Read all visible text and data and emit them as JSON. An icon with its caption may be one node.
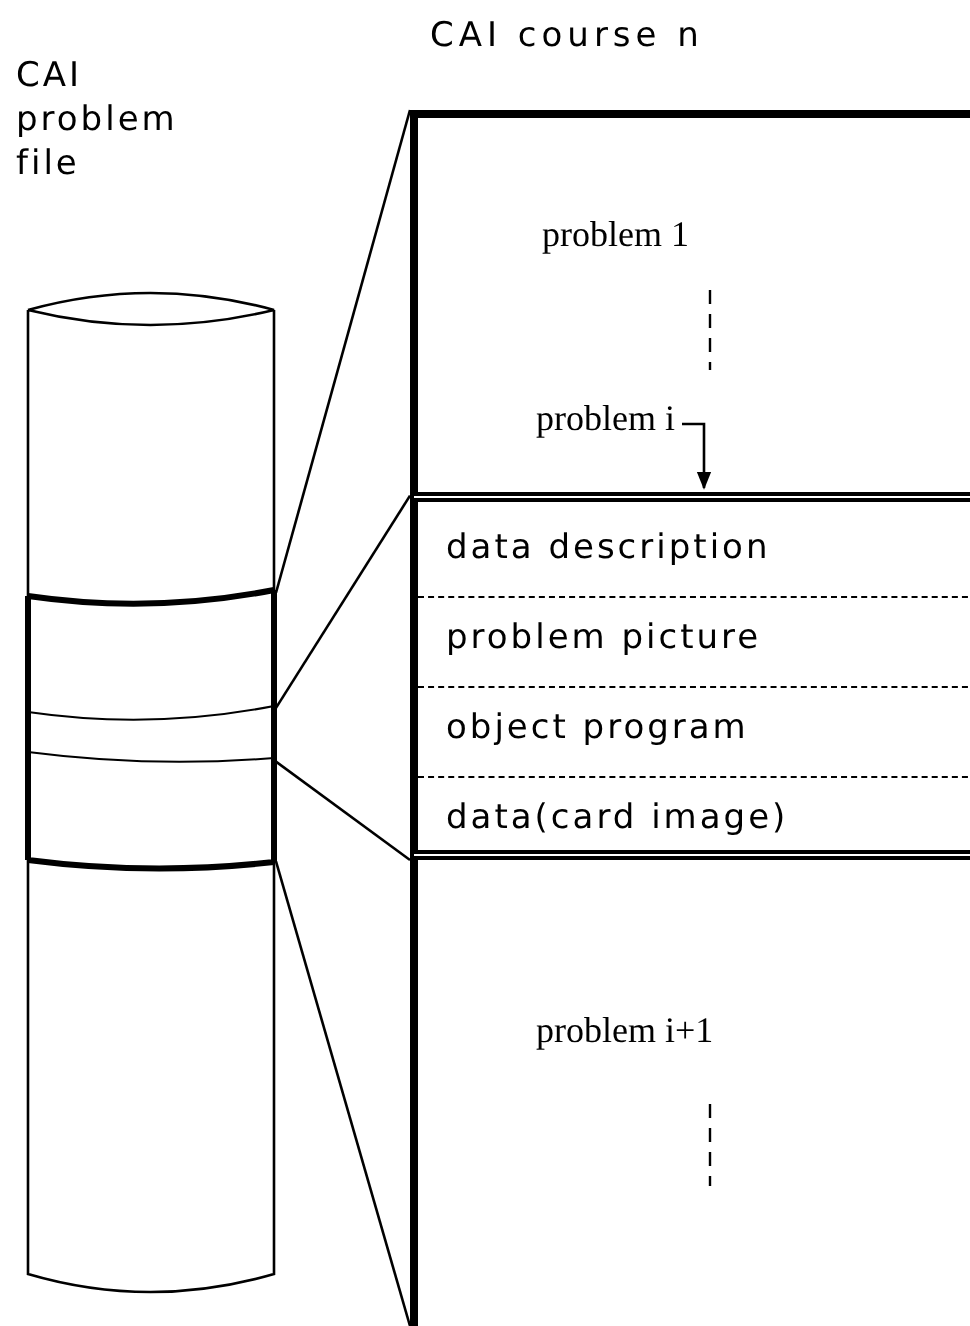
{
  "diagram": {
    "nodes": [
      {
        "text": [
          "CAI problem file"
        ]
      },
      {
        "text": [],
        "shape": "band",
        "in": 0
      },
      {
        "text": [],
        "shape": "band",
        "in": 1
      },
      {
        "text": [
          "CAI course n"
        ]
      },
      {
        "text": [
          "problem i"
        ],
        "in": 3
      },
      {
        "text": [],
        "shape": "box",
        "in": 3
      },
      {
        "text": [
          "data description"
        ],
        "in": 5
      },
      {
        "text": [
          "problem picture"
        ],
        "in": 5
      },
      {
        "text": [
          "object program"
        ],
        "in": 5
      },
      {
        "text": [
          "data(card image)"
        ],
        "in": 5
      }
    ],
    "edges": [
      {
        "from": 1,
        "to": 3,
        "arrow": "none"
      },
      {
        "from": 2,
        "to": 5,
        "arrow": "none"
      },
      {
        "from": 2,
        "to": 5,
        "arrow": "none"
      },
      {
        "from": 1,
        "to": 3,
        "arrow": "none"
      },
      {
        "from": 4,
        "to": 5,
        "arrow": "to"
      }
    ],
    "labels": [
      "problem 1",
      "problem i+1"
    ]
  }
}
